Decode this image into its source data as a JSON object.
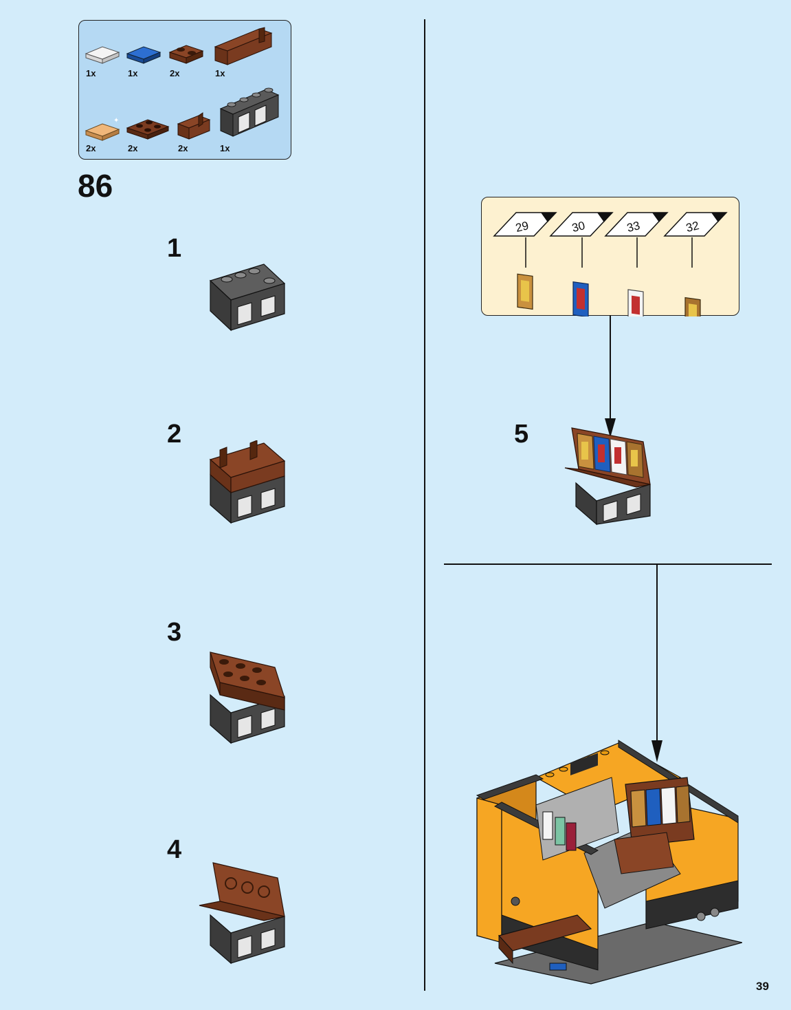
{
  "parts_list": [
    {
      "qty": "1x",
      "name": "white-tile-1x2"
    },
    {
      "qty": "1x",
      "name": "blue-tile-1x2"
    },
    {
      "qty": "2x",
      "name": "brown-plate-1x2"
    },
    {
      "qty": "1x",
      "name": "brown-bracket-1x6"
    },
    {
      "qty": "2x",
      "name": "tan-tile-printed"
    },
    {
      "qty": "2x",
      "name": "brown-plate-2x2"
    },
    {
      "qty": "2x",
      "name": "brown-bracket-1x2"
    },
    {
      "qty": "1x",
      "name": "gray-fence-assembly"
    }
  ],
  "main_step": "86",
  "sub_steps": [
    "1",
    "2",
    "3",
    "4",
    "5"
  ],
  "stickers": [
    "29",
    "30",
    "33",
    "32"
  ],
  "page_number": "39",
  "colors": {
    "background": "#d3ecfa",
    "parts_box": "#b5d9f3",
    "callout": "#fdf1d0",
    "brown": "#7a3b20",
    "dark_gray": "#3b3b3b",
    "light_gray": "#a0a0a0",
    "yellow": "#f6a623",
    "blue": "#1f5fbf"
  }
}
